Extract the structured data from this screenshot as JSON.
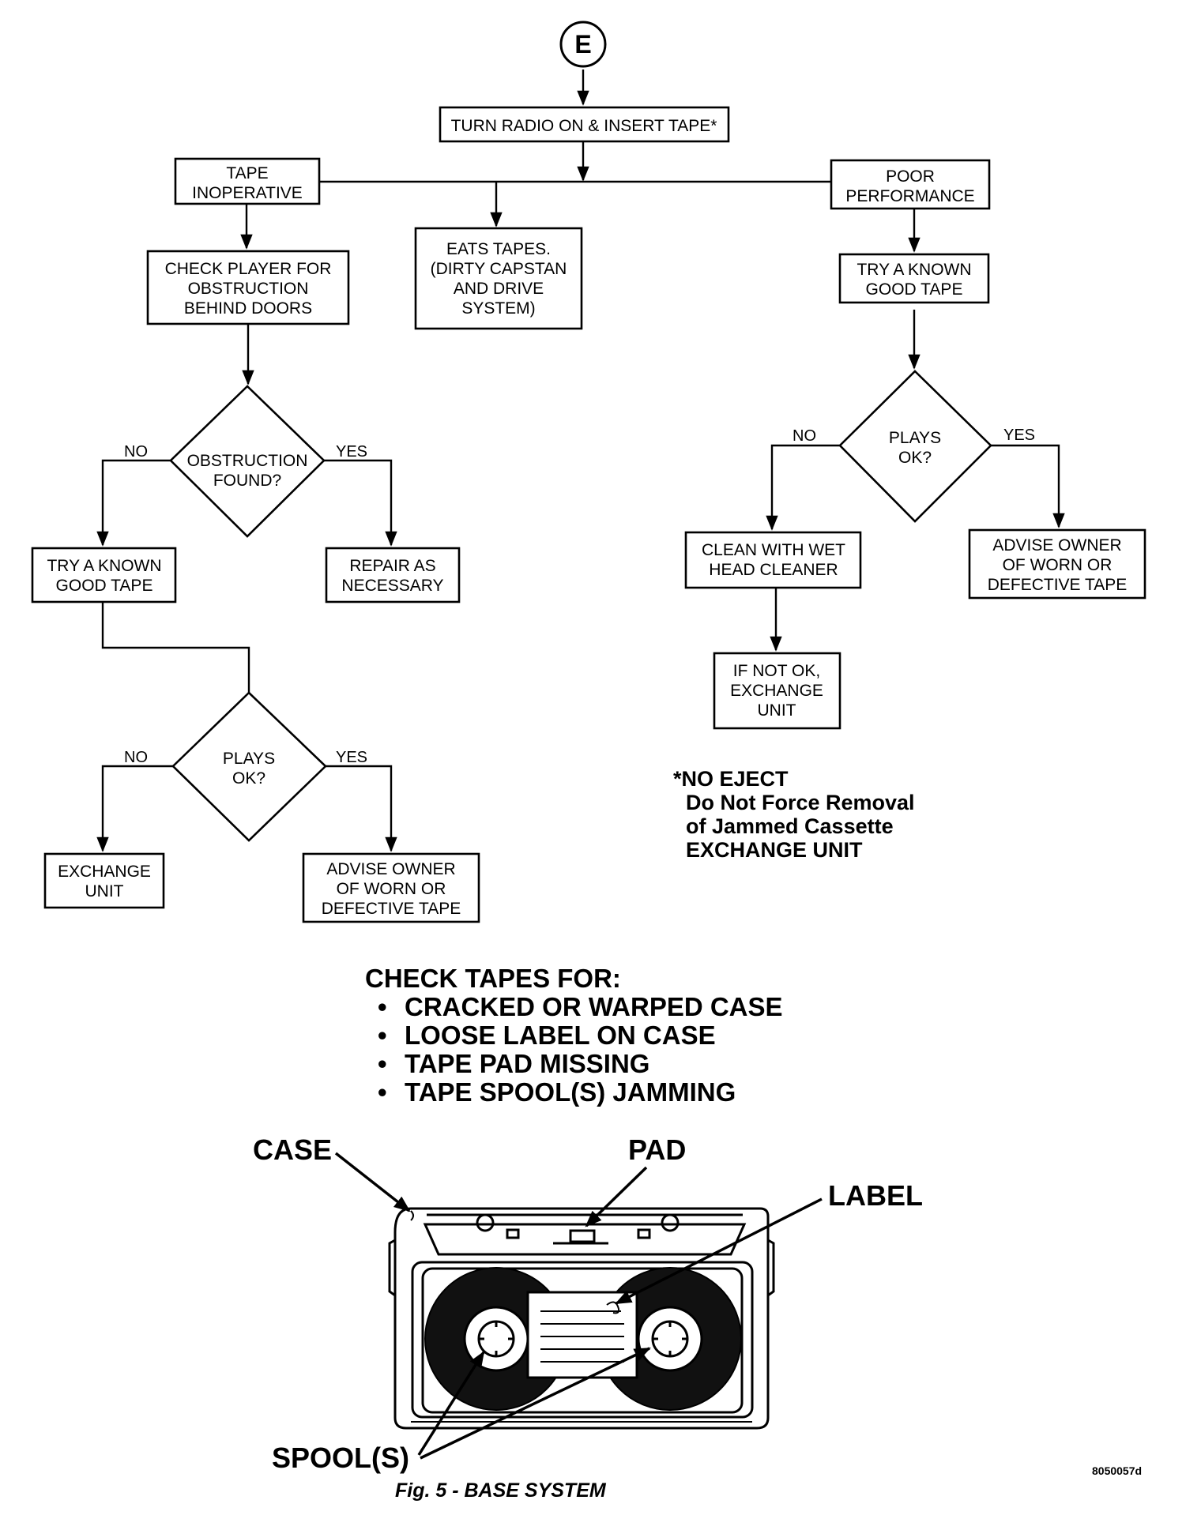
{
  "start_connector": "E",
  "flow": {
    "turn_on": "TURN RADIO ON & INSERT TAPE*",
    "tape_inoperative": [
      "TAPE",
      "INOPERATIVE"
    ],
    "eats_tapes": [
      "EATS TAPES.",
      "(DIRTY CAPSTAN",
      "AND DRIVE",
      "SYSTEM)"
    ],
    "poor_performance": [
      "POOR",
      "PERFORMANCE"
    ],
    "check_player": [
      "CHECK PLAYER FOR",
      "OBSTRUCTION",
      "BEHIND DOORS"
    ],
    "obstruction_found": [
      "OBSTRUCTION",
      "FOUND?"
    ],
    "try_known_left": [
      "TRY A KNOWN",
      "GOOD TAPE"
    ],
    "repair": [
      "REPAIR AS",
      "NECESSARY"
    ],
    "plays_ok_left": [
      "PLAYS",
      "OK?"
    ],
    "exchange_unit": [
      "EXCHANGE",
      "UNIT"
    ],
    "advise_left": [
      "ADVISE OWNER",
      "OF WORN OR",
      "DEFECTIVE TAPE"
    ],
    "try_known_right": [
      "TRY A KNOWN",
      "GOOD TAPE"
    ],
    "plays_ok_right": [
      "PLAYS",
      "OK?"
    ],
    "clean_head": [
      "CLEAN WITH WET",
      "HEAD CLEANER"
    ],
    "advise_right": [
      "ADVISE OWNER",
      "OF WORN OR",
      "DEFECTIVE TAPE"
    ],
    "if_not_ok": [
      "IF NOT OK,",
      "EXCHANGE",
      "UNIT"
    ],
    "yes_label": "YES",
    "no_label": "NO"
  },
  "footnote": [
    "*NO EJECT",
    "Do Not Force Removal",
    "of Jammed Cassette",
    "EXCHANGE UNIT"
  ],
  "check_tapes": {
    "title": "CHECK TAPES FOR:",
    "items": [
      "CRACKED OR WARPED CASE",
      "LOOSE LABEL ON CASE",
      "TAPE PAD MISSING",
      "TAPE SPOOL(S) JAMMING"
    ]
  },
  "cassette_labels": {
    "case": "CASE",
    "pad": "PAD",
    "label": "LABEL",
    "spools": "SPOOL(S)"
  },
  "caption": "Fig. 5 - BASE SYSTEM",
  "figure_code": "8050057d"
}
